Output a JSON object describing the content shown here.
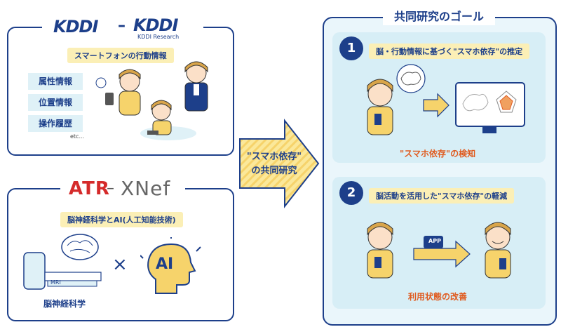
{
  "kddi": {
    "logo_left": "KDDI",
    "logo_right": "KDDI",
    "logo_right_sub": "KDDI Research",
    "dash": "–",
    "title": "スマートフォンの行動情報",
    "tags": [
      "属性情報",
      "位置情報",
      "操作履歴"
    ],
    "etc": "etc..."
  },
  "atr": {
    "logo_left": "ATR",
    "dash": "–",
    "logo_right": "XNef",
    "title": "脳神経科学とAI(人工知能技術)",
    "mri_label": "MRI",
    "caption": "脳神経科学",
    "times": "×",
    "ai_label": "AI"
  },
  "center_arrow": {
    "line1": "\"スマホ依存\"",
    "line2": "の共同研究"
  },
  "goal": {
    "title": "共同研究のゴール",
    "items": [
      {
        "number": "1",
        "label": "脳・行動情報に基づく\"スマホ依存\"の推定",
        "result": "\"スマホ依存\"の検知"
      },
      {
        "number": "2",
        "label": "脳活動を活用した\"スマホ依存\"の軽減",
        "app_label": "APP",
        "result": "利用状態の改善"
      }
    ]
  },
  "colors": {
    "navy": "#1d3f8a",
    "yellow": "#fbefb6",
    "light_blue": "#dff1f7",
    "orange": "#e05a1e",
    "red": "#d52b2b"
  }
}
